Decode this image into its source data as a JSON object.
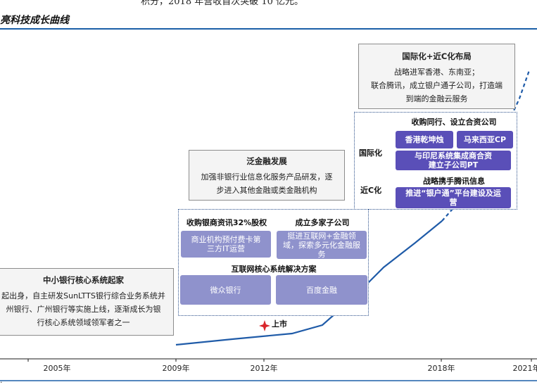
{
  "page": {
    "top_text": "积分，2018 年营收首次突破 10 亿元。",
    "title": "亮科技成长曲线",
    "unit": ")",
    "bottom_fragment": "·"
  },
  "boxes": {
    "intl_title": "国际化+近C化布局",
    "intl_line1": "战略进军香港、东南亚；",
    "intl_line2": "联合腾讯，成立银户通子公司，打造端",
    "intl_line3": "到端的金融云服务",
    "fan_title": "泛金融发展",
    "fan_line1": "加强非银行业信息化服务产品研发，逐",
    "fan_line2": "步进入其他金融或类金融机构",
    "core_title": "中小银行核心系统起家",
    "core_line1": "起出身，自主研发SunLTTS银行综合业务系统并",
    "core_line2": "州银行、广州银行等实施上线，逐渐成长为银",
    "core_line3": "行核心系统领域领军者之一"
  },
  "upper_group": {
    "title": "收购同行、设立合资公司",
    "side_intl": "国际化",
    "side_nearc": "近C化",
    "hk": "香港乾坤烛",
    "my": "马来西亚CP",
    "indonesia": "与印尼系统集成商合资建立子公司PT",
    "tencent_title": "战略携手腾讯信息",
    "tencent": "推进“银户通”平台建设及运营"
  },
  "lower_group": {
    "acq_title": "收购银商资讯32%股权",
    "subs_title": "成立多家子公司",
    "prepaid": "商业机构预付费卡第三方IT运营",
    "internet": "挺进互联网+金融领域，探索多元化金融服务",
    "core_solution_title": "互联网核心系统解决方案",
    "webank": "微众银行",
    "baidu": "百度金融"
  },
  "timeline": {
    "ipo_label": "上市",
    "years": [
      "2005年",
      "2009年",
      "2012年",
      "2018年",
      "2021年"
    ]
  },
  "colors": {
    "curve": "#1f5ba8",
    "header_line": "#1b5fa8",
    "pill": "#8f92cc",
    "pill_dark": "#5a4fb8",
    "ipo_star": "#d9262b"
  }
}
